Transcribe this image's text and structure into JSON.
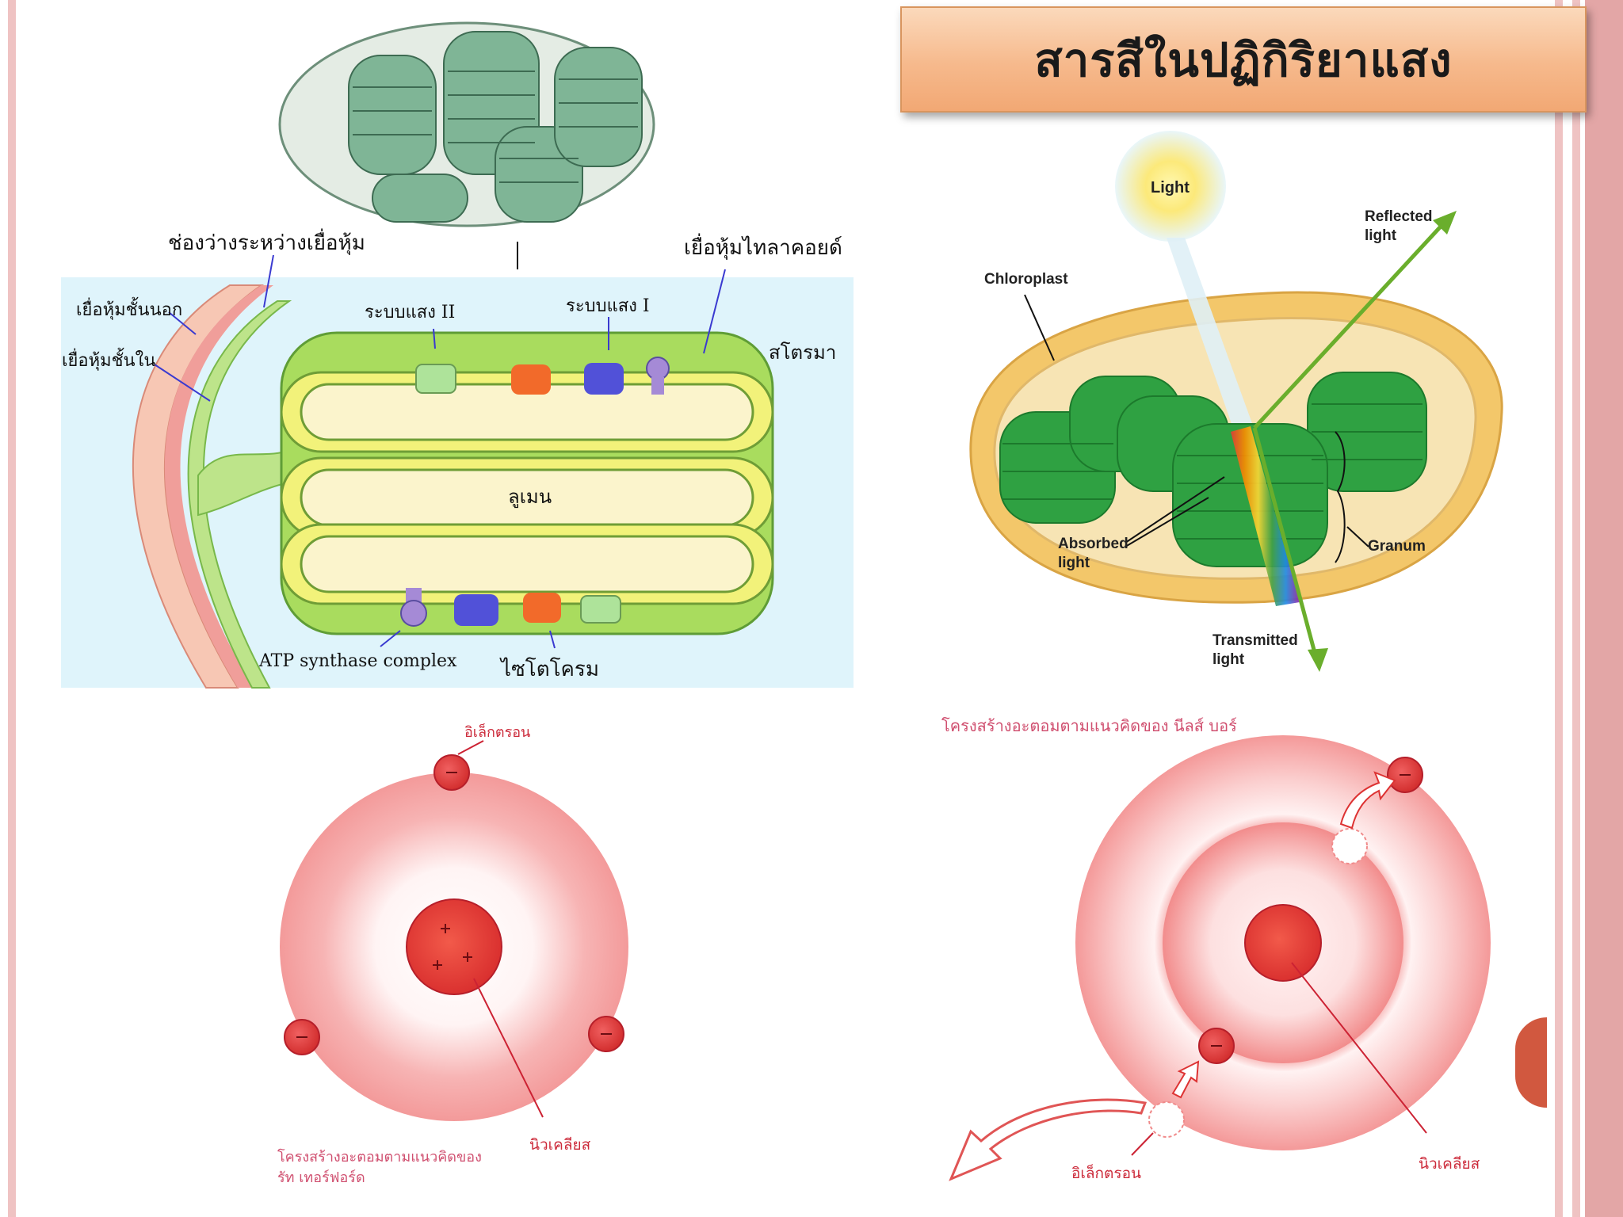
{
  "slide": {
    "title": "สารสีในปฏิกิริยาแสง"
  },
  "thylakoid_diagram": {
    "intermembrane_space": "ช่องว่างระหว่างเยื่อหุ้ม",
    "thylakoid_membrane": "เยื่อหุ้มไทลาคอยด์",
    "outer_membrane": "เยื่อหุ้มชั้นนอก",
    "inner_membrane": "เยื่อหุ้มชั้นใน",
    "photosystem_2": "ระบบแสง II",
    "photosystem_1": "ระบบแสง I",
    "stroma": "สโตรมา",
    "lumen": "ลูเมน",
    "atp_synthase": "ATP synthase complex",
    "cytochrome": "ไซโตโครม"
  },
  "chloroplast_diagram": {
    "light": "Light",
    "reflected_light": "Reflected\nlight",
    "chloroplast": "Chloroplast",
    "absorbed_light": "Absorbed\nlight",
    "granum": "Granum",
    "transmitted_light": "Transmitted\nlight"
  },
  "rutherford_atom": {
    "electron": "อิเล็กตรอน",
    "nucleus": "นิวเคลียส",
    "caption": "โครงสร้างอะตอมตามแนวคิดของ\nรัท เทอร์ฟอร์ด"
  },
  "bohr_atom": {
    "caption": "โครงสร้างอะตอมตามแนวคิดของ  นีลส์ บอร์",
    "electron": "อิเล็กตรอน",
    "nucleus": "นิวเคลียส"
  },
  "colors": {
    "frame": "#efc3c3",
    "accent_tab": "#d1583f",
    "title_bg": "#f6b98c"
  }
}
